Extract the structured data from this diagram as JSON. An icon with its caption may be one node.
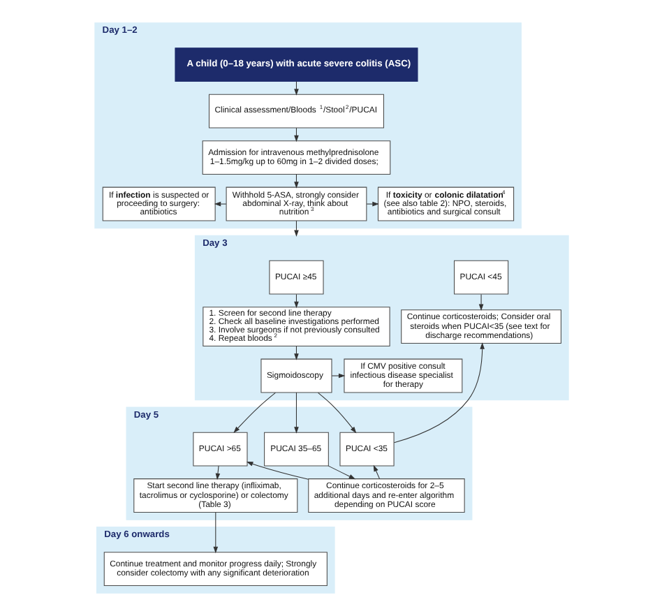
{
  "diagram": {
    "nodes": [
      {
        "text": [
          "Day 1–2"
        ]
      },
      {
        "text": [
          "A child (0–18 years) with acute severe colitis (ASC)"
        ],
        "in": 0
      },
      {
        "text": [
          "Clinical assessment/Bloods$^{1}$/Stool$^{2}$/PUCAI"
        ],
        "in": 0
      },
      {
        "text": [
          "Admission for intravenous methylprednisolone 1–1.5mg/kg up to 60mg in 1–2 divided doses;"
        ],
        "in": 0
      },
      {
        "text": [
          "Withhold 5-ASA, strongly consider abdominal X-ray, think about nutrition$^{3}$"
        ],
        "in": 0
      },
      {
        "text": [
          "If **infection** is suspected or proceeding to surgery: antibiotics"
        ],
        "in": 0
      },
      {
        "text": [
          "If **toxicity** or **colonic dilatation**$^{4}$ (see also table 2): NPO, steroids, antibiotics and surgical consult"
        ],
        "in": 0
      },
      {
        "text": [
          "Day 3"
        ]
      },
      {
        "text": [
          "PUCAI ≥45"
        ],
        "in": 7
      },
      {
        "text": [
          "PUCAI <45"
        ],
        "in": 7
      },
      {
        "text": [
          "1. Screen for second line therapy",
          "2. Check all baseline investigations performed",
          "3. Involve surgeons if not previously consulted",
          "4. Repeat bloods$^{2}$"
        ],
        "in": 7
      },
      {
        "text": [
          "Continue corticosteroids; Consider oral steroids when PUCAI<35 (see text for discharge recommendations)"
        ],
        "in": 7
      },
      {
        "text": [
          "If CMV positive consult infectious disease specialist for therapy"
        ],
        "in": 7
      },
      {
        "text": [
          "Sigmoidoscopy"
        ],
        "in": 7
      },
      {
        "text": [
          "Day 5"
        ]
      },
      {
        "text": [
          "PUCAI >65"
        ],
        "in": 14
      },
      {
        "text": [
          "PUCAI 35–65"
        ],
        "in": 14
      },
      {
        "text": [
          "PUCAI <35"
        ],
        "in": 14
      },
      {
        "text": [
          "Start second line therapy (infliximab, tacrolimus or cyclosporine) or colectomy (Table 3)"
        ],
        "in": 14
      },
      {
        "text": [
          "Continue corticosteroids for 2–5 additional days and re-enter algorithm depending on PUCAI score"
        ],
        "in": 14
      },
      {
        "text": [
          "Day 6 onwards"
        ]
      },
      {
        "text": [
          "Continue treatment and monitor progress daily; Strongly consider colectomy with any significant deterioration"
        ],
        "in": 20
      }
    ],
    "edges": [
      {
        "from": 1,
        "to": 2,
        "arrow": "to"
      },
      {
        "from": 2,
        "to": 3,
        "arrow": "to"
      },
      {
        "from": 3,
        "to": 4,
        "arrow": "to"
      },
      {
        "from": 4,
        "to": 5,
        "arrow": "to"
      },
      {
        "from": 4,
        "to": 7,
        "arrow": "to"
      },
      {
        "from": 4,
        "to": 6,
        "arrow": "to"
      },
      {
        "from": 8,
        "to": 10,
        "arrow": "to"
      },
      {
        "from": 9,
        "to": 11,
        "arrow": "to"
      },
      {
        "from": 10,
        "to": 13,
        "arrow": "to"
      },
      {
        "from": 13,
        "to": 12,
        "arrow": "to"
      },
      {
        "from": 13,
        "to": 15,
        "arrow": "to"
      },
      {
        "from": 13,
        "to": 16,
        "arrow": "to"
      },
      {
        "from": 13,
        "to": 17,
        "arrow": "to"
      },
      {
        "from": 17,
        "to": 11,
        "arrow": "to"
      },
      {
        "from": 15,
        "to": 18,
        "arrow": "to"
      },
      {
        "from": 16,
        "to": 19,
        "arrow": "to"
      },
      {
        "from": 19,
        "to": 15,
        "arrow": "to"
      },
      {
        "from": 19,
        "to": 17,
        "arrow": "to"
      },
      {
        "from": 18,
        "to": 21,
        "arrow": "to"
      }
    ]
  }
}
